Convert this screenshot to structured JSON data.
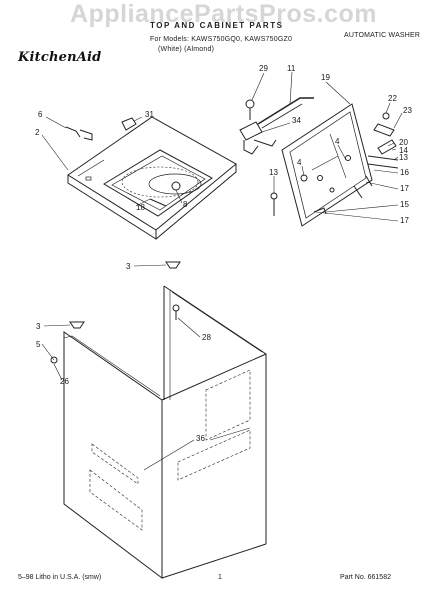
{
  "watermark": "AppliancePartsPros.com",
  "header": {
    "title": "TOP AND CABINET PARTS",
    "model_line": "For Models: KAWS750GQ0, KAWS750GZ0",
    "colors_line": "(White)        (Almond)",
    "product_type": "AUTOMATIC WASHER",
    "brand": "KitchenAid"
  },
  "footer": {
    "left": "5–98 Litho in U.S.A. (smw)",
    "page": "1",
    "part_no": "Part No. 661582"
  },
  "callouts": {
    "c29": "29",
    "c11": "11",
    "c19": "19",
    "c22": "22",
    "c23": "23",
    "c6": "6",
    "c31": "31",
    "c34": "34",
    "c2": "2",
    "c20": "20",
    "c14": "14",
    "c13a": "13",
    "c4a": "4",
    "c16": "16",
    "c17a": "17",
    "c15": "15",
    "c17b": "17",
    "c13b": "13",
    "c4b": "4",
    "c18": "18",
    "c8": "8",
    "c3a": "3",
    "c28": "28",
    "c3b": "3",
    "c5": "5",
    "c26": "26",
    "c36": "36"
  }
}
